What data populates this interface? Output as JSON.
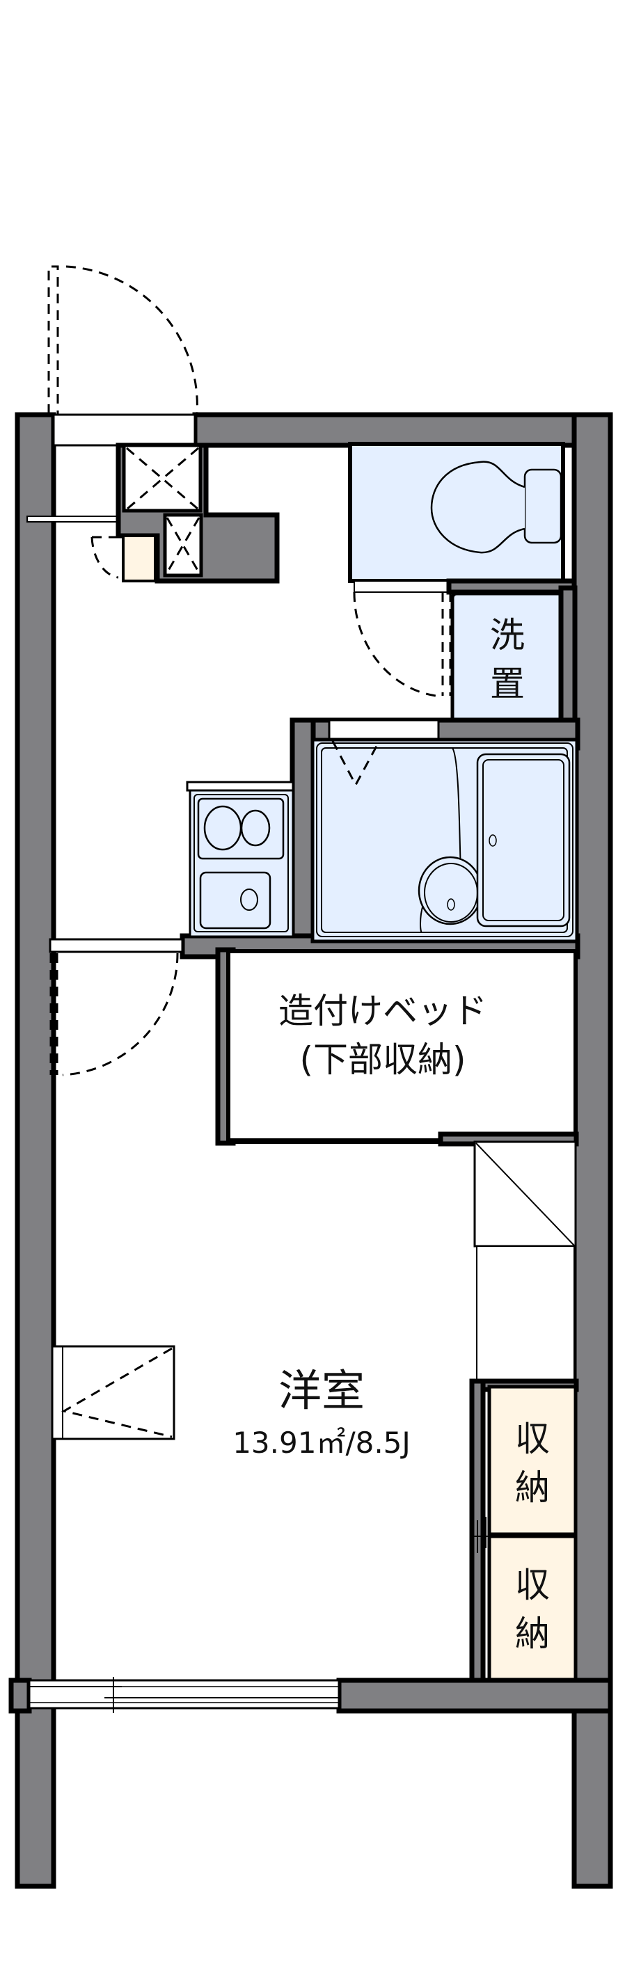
{
  "plan": {
    "colors": {
      "wall": "#808083",
      "wet_area": "#e4efff",
      "storage": "#fff5e4",
      "line": "#000000",
      "background": "#ffffff"
    },
    "rooms": {
      "washer_space": {
        "label_line1": "洗",
        "label_line2": "置"
      },
      "built_in_bed": {
        "label_line1": "造付けベッド",
        "label_line2": "(下部収納)"
      },
      "western_room": {
        "label": "洋室",
        "area": "13.91㎡/8.5J"
      },
      "closet_upper": {
        "label_line1": "収",
        "label_line2": "納"
      },
      "closet_lower": {
        "label_line1": "収",
        "label_line2": "納"
      }
    },
    "fixtures": [
      "toilet-icon",
      "unit-bath-icon",
      "two-burner-stove-icon",
      "kitchen-sink-icon",
      "entrance-door-swing",
      "shoe-box"
    ]
  }
}
